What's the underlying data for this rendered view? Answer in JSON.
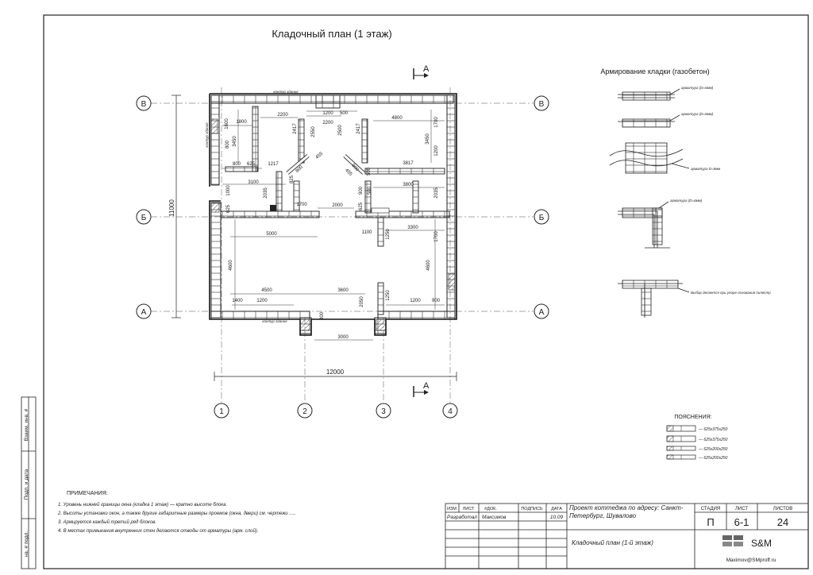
{
  "title": "Кладочный план (1 этаж)",
  "section_marker": "А",
  "axes": {
    "rows": [
      "В",
      "Б",
      "А"
    ],
    "cols": [
      "1",
      "2",
      "3",
      "4"
    ]
  },
  "overall_dims": {
    "width": "12000",
    "height": "11000"
  },
  "dims": [
    {
      "id": "d2200a",
      "text": "2200"
    },
    {
      "id": "d1200t",
      "text": "1200"
    },
    {
      "id": "d500t",
      "text": "500"
    },
    {
      "id": "d4800",
      "text": "4800"
    },
    {
      "id": "d1800",
      "text": "1800"
    },
    {
      "id": "d2200b",
      "text": "2200"
    },
    {
      "id": "d1600",
      "text": "1600"
    },
    {
      "id": "d3450l",
      "text": "3450"
    },
    {
      "id": "d800l",
      "text": "800"
    },
    {
      "id": "d2417a",
      "text": "2417"
    },
    {
      "id": "d2550a",
      "text": "2550"
    },
    {
      "id": "d2500",
      "text": "2500"
    },
    {
      "id": "d2417b",
      "text": "2417"
    },
    {
      "id": "d1700r",
      "text": "1700"
    },
    {
      "id": "d3450r",
      "text": "3450"
    },
    {
      "id": "d1200r",
      "text": "1200"
    },
    {
      "id": "d800a",
      "text": "800"
    },
    {
      "id": "d625a",
      "text": "625"
    },
    {
      "id": "d1217",
      "text": "1217"
    },
    {
      "id": "d800b",
      "text": "800"
    },
    {
      "id": "d455",
      "text": "455"
    },
    {
      "id": "d900d",
      "text": "900"
    },
    {
      "id": "d455b",
      "text": "455"
    },
    {
      "id": "d500d",
      "text": "500"
    },
    {
      "id": "d3817",
      "text": "3817"
    },
    {
      "id": "d3100",
      "text": "3100"
    },
    {
      "id": "d1000",
      "text": "1000"
    },
    {
      "id": "d2035",
      "text": "2035"
    },
    {
      "id": "d825",
      "text": "825"
    },
    {
      "id": "d3800",
      "text": "3800"
    },
    {
      "id": "d900c",
      "text": "900"
    },
    {
      "id": "d500c",
      "text": "500"
    },
    {
      "id": "d2035r",
      "text": "2035"
    },
    {
      "id": "d625b",
      "text": "625"
    },
    {
      "id": "d1700c",
      "text": "1700"
    },
    {
      "id": "d2000",
      "text": "2000"
    },
    {
      "id": "d625c",
      "text": "625"
    },
    {
      "id": "d1100",
      "text": "1100"
    },
    {
      "id": "d1250a",
      "text": "1250"
    },
    {
      "id": "d3300",
      "text": "3300"
    },
    {
      "id": "d5000",
      "text": "5000"
    },
    {
      "id": "d1700r2",
      "text": "1700"
    },
    {
      "id": "d4600l",
      "text": "4600"
    },
    {
      "id": "d4600r",
      "text": "4600"
    },
    {
      "id": "d4500",
      "text": "4500"
    },
    {
      "id": "d3600",
      "text": "3600"
    },
    {
      "id": "d2050",
      "text": "2050"
    },
    {
      "id": "d1250b",
      "text": "1250"
    },
    {
      "id": "d1400",
      "text": "1400"
    },
    {
      "id": "d1200b",
      "text": "1200"
    },
    {
      "id": "d1200c",
      "text": "1200"
    },
    {
      "id": "d900e",
      "text": "900"
    },
    {
      "id": "d800e",
      "text": "800"
    },
    {
      "id": "d3000",
      "text": "3000"
    }
  ],
  "contour_labels": {
    "top": "контур здания",
    "left": "контур здания",
    "bottom": "контур здания"
  },
  "reinforcement": {
    "title": "Армирование кладки (газобетон)",
    "callouts": [
      "арматура (D=6мм)",
      "арматура (D=6мм)",
      "арматура D=6мм",
      "арматура (D=6мм)",
      "Выбор делается при упоре основания пилястр"
    ]
  },
  "legend": {
    "title": "ПОЯСНЕНИЯ:",
    "items": [
      "— 625х375х250",
      "— 625х375х250",
      "— 625х200х250",
      "— 625х200х250"
    ]
  },
  "notes": {
    "title": "ПРИМЕЧАНИЯ:",
    "items": [
      "1. Уровень нижней границы окна (кладка 1 этаж) — кратно высоте блока.",
      "2. Высоты установки окон, а также другие габаритные размеры проемов (окна, двери) см. чертежи .....",
      "3. Армируется каждый третий ряд блоков.",
      "4. В местах примыкания внутренних стен делаются отводы от арматуры (арм. слой)."
    ]
  },
  "side_stamp": [
    "Взаим. инв. #",
    "Подп. и дата",
    "нв. # подл."
  ],
  "title_block": {
    "headers": [
      "ИЗМ",
      "ЛИСТ",
      "#ДОК.",
      "ПОДПИСЬ",
      "ДАТА"
    ],
    "role": "Разработал",
    "name": "Максимов",
    "date": "10.09",
    "project": "Проект коттеджа по адресу: Санкт-Петербург, Шувалово",
    "sheet_title": "Кладочный план (1-й этаж)",
    "stage_label": "СТАДИЯ",
    "sheet_label": "ЛИСТ",
    "sheets_label": "ЛИСТОВ",
    "stage": "П",
    "sheet": "6-1",
    "sheets": "24",
    "company": "S&M",
    "email": "Maximov@SMproff.ru"
  },
  "colors": {
    "line": "#1a1a1a",
    "hatch": "#666666",
    "frame": "#222222"
  }
}
